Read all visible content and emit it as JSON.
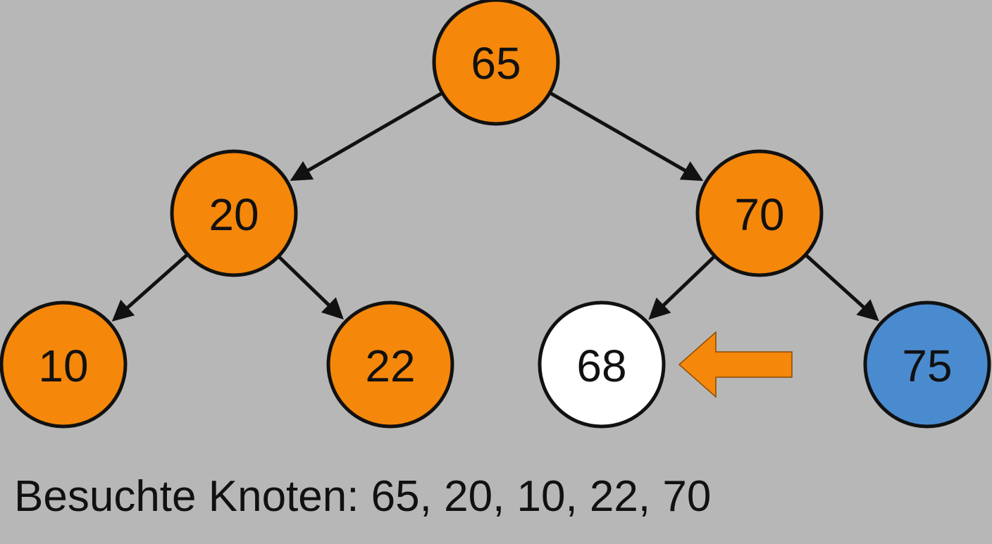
{
  "colors": {
    "background": "#b7b7b7",
    "visited": "#f5870a",
    "current": "#ffffff",
    "unvisited": "#4a8bd0",
    "outline": "#111111",
    "pointer": "#f5870a"
  },
  "tree": {
    "nodes": [
      {
        "id": "65",
        "label": "65",
        "state": "visited"
      },
      {
        "id": "20",
        "label": "20",
        "state": "visited"
      },
      {
        "id": "70",
        "label": "70",
        "state": "visited"
      },
      {
        "id": "10",
        "label": "10",
        "state": "visited"
      },
      {
        "id": "22",
        "label": "22",
        "state": "visited"
      },
      {
        "id": "68",
        "label": "68",
        "state": "current"
      },
      {
        "id": "75",
        "label": "75",
        "state": "unvisited"
      }
    ],
    "edges": [
      {
        "from": "65",
        "to": "20"
      },
      {
        "from": "65",
        "to": "70"
      },
      {
        "from": "20",
        "to": "10"
      },
      {
        "from": "20",
        "to": "22"
      },
      {
        "from": "70",
        "to": "68"
      },
      {
        "from": "70",
        "to": "75"
      }
    ],
    "pointer_target": "68"
  },
  "caption": "Besuchte Knoten: 65, 20, 10, 22, 70"
}
